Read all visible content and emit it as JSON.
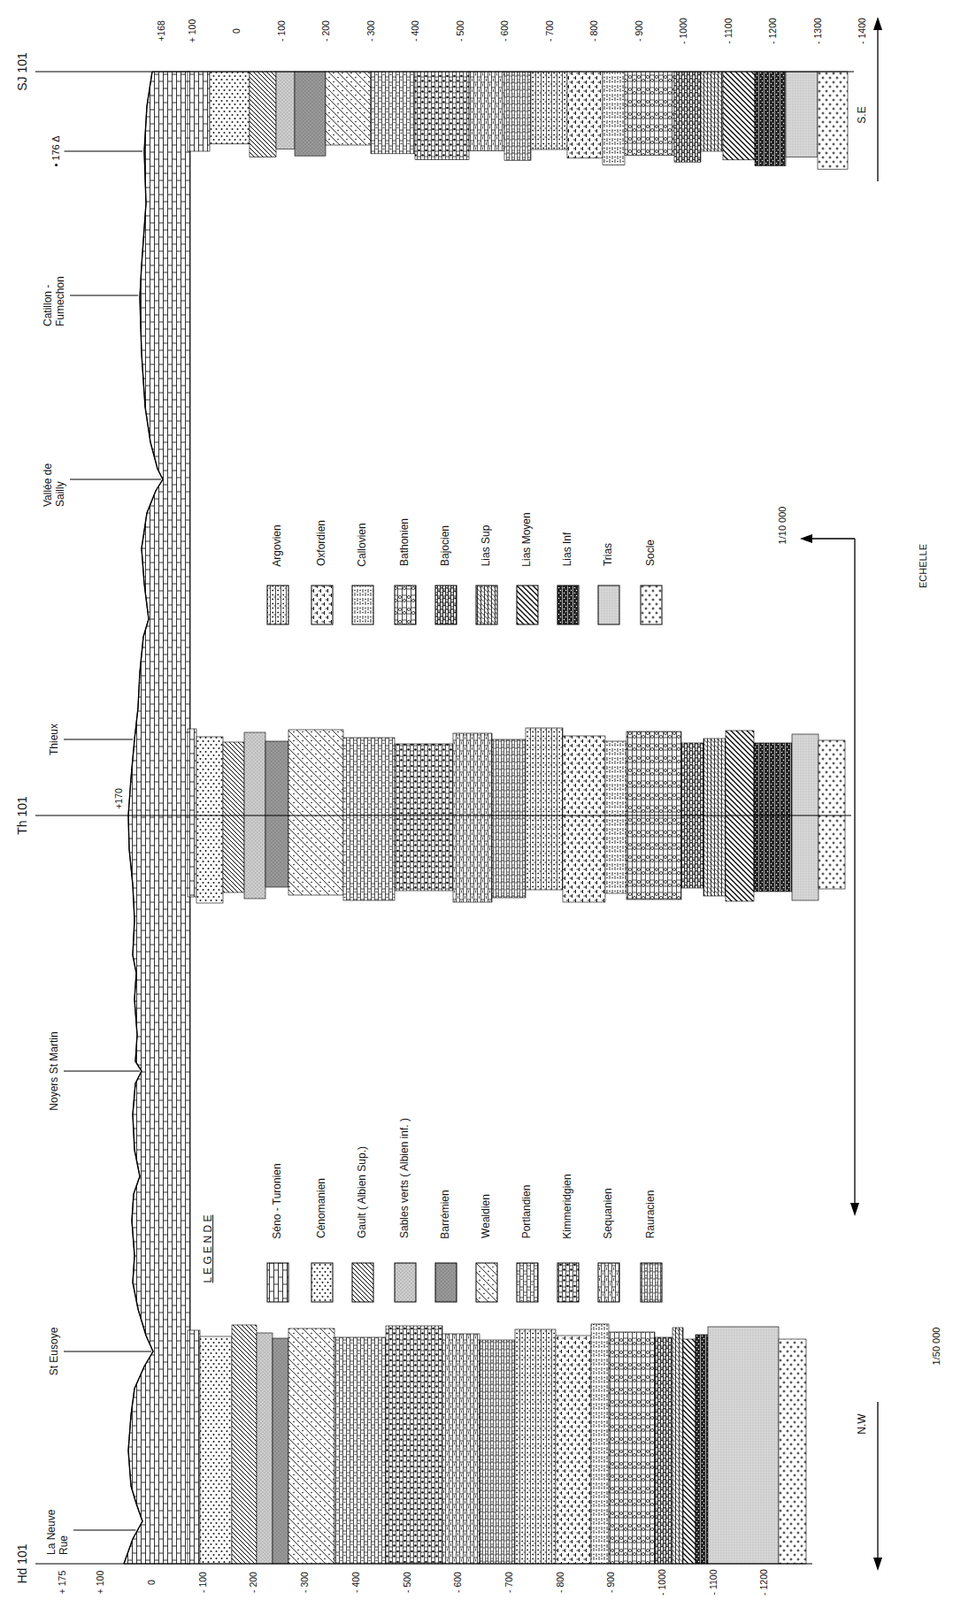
{
  "diagram": {
    "labels": [
      "SJ 101",
      "Th 101",
      "Hd 101",
      "+168",
      "+ 100",
      "0",
      "- 100",
      "- 200",
      "- 300",
      "- 400",
      "- 500",
      "- 600",
      "- 700",
      "- 800",
      "- 900",
      "- 1000",
      "- 1100",
      "- 1200",
      "- 1300",
      "- 1400",
      "+170",
      "• 176 Δ",
      "Catillon - Fumechon",
      "Vallée de Sailly",
      "Thieux",
      "Noyers St Martin",
      "St Eusoye",
      "La Neuve Rue",
      "+ 175",
      "+ 100",
      "0",
      "- 100",
      "- 200",
      "- 300",
      "- 400",
      "- 500",
      "- 600",
      "- 700",
      "- 800",
      "- 900",
      "- 1000",
      "- 1100",
      "- 1200",
      "L E G E N D E",
      "S.E",
      "N.W",
      "1/10 000",
      "1/50 000",
      "ECHELLE"
    ],
    "legend": [
      {
        "text": "Séno - Turonien"
      },
      {
        "text": "Cénomanien"
      },
      {
        "text": "Gault ( Albien Sup.)"
      },
      {
        "text": "Sables verts ( Albien inf. )"
      },
      {
        "text": "Barrémien"
      },
      {
        "text": "Wealdien"
      },
      {
        "text": "Portlandien"
      },
      {
        "text": "Kimmeridgien"
      },
      {
        "text": "Sequanien"
      },
      {
        "text": "Rauracien"
      },
      {
        "text": "Argovien"
      },
      {
        "text": "Oxfordien"
      },
      {
        "text": "Callovien"
      },
      {
        "text": "Bathonien"
      },
      {
        "text": "Bajocien"
      },
      {
        "text": "Lias Sup"
      },
      {
        "text": "Lias Moyen"
      },
      {
        "text": "Lias Inf"
      },
      {
        "text": "Trias"
      },
      {
        "text": "Socle"
      }
    ]
  }
}
